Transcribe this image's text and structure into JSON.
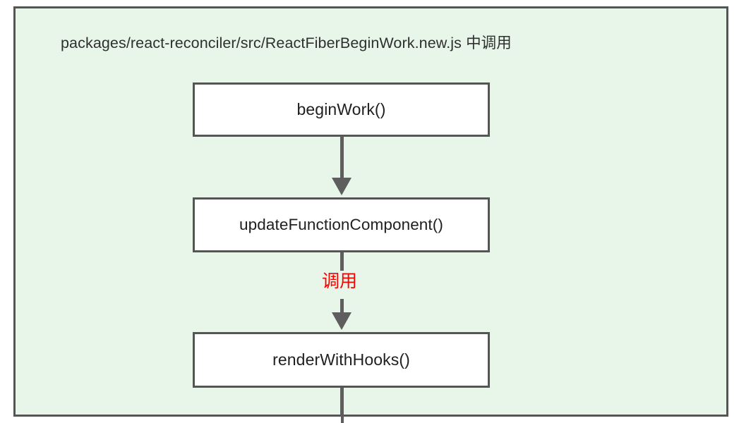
{
  "diagram": {
    "group": {
      "title": "packages/react-reconciler/src/ReactFiberBeginWork.new.js 中调用",
      "background_color": "#e8f6ea",
      "border_color": "#555555"
    },
    "nodes": [
      {
        "id": "beginWork",
        "label": "beginWork()",
        "fill": "#ffffff",
        "border_color": "#555555"
      },
      {
        "id": "updateFunctionComponent",
        "label": "updateFunctionComponent()",
        "fill": "#ffffff",
        "border_color": "#555555"
      },
      {
        "id": "renderWithHooks",
        "label": "renderWithHooks()",
        "fill": "#ffffff",
        "border_color": "#555555"
      }
    ],
    "edges": [
      {
        "from": "beginWork",
        "to": "updateFunctionComponent",
        "label": "",
        "color": "#5e5e5e"
      },
      {
        "from": "updateFunctionComponent",
        "to": "renderWithHooks",
        "label": "调用",
        "color": "#5e5e5e",
        "label_color": "#ff0000"
      },
      {
        "from": "renderWithHooks",
        "to": "",
        "label": "",
        "color": "#5e5e5e"
      }
    ]
  }
}
